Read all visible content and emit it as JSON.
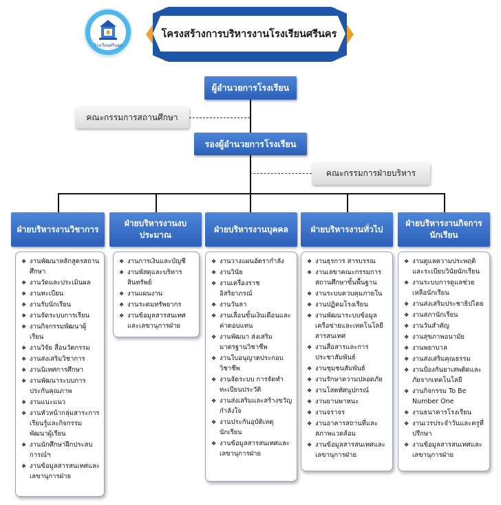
{
  "header": {
    "title": "โครงสร้างการบริหารงานโรงเรียนศรีนคร",
    "logo_caption": "โรงเรียนศรีนคร"
  },
  "hierarchy": {
    "director": "ผู้อำนวยการโรงเรียน",
    "deputy": "รองผู้อำนวยการโรงเรียน",
    "committee_education": "คณะกรรมการสถานศึกษา",
    "committee_admin": "คณะกรรมการฝ่ายบริหาร"
  },
  "departments": [
    {
      "title": "ฝ่ายบริหารงานวิชาการ",
      "items": [
        "งานพัฒนาหลักสูตรสถานศึกษา",
        "งานวัดและประเมินผล",
        "งานทะเบียน",
        "งานรับนักเรียน",
        "งานจัดระบบการเรียน",
        "งานกิจกรรมพัฒนาผู้เรียน",
        "งานวิจัย สื่อนวัตกรรม",
        "งานส่งเสริมวิชาการ",
        "งานนิเทศการศึกษา",
        "งานพัฒนาระบบการประกันคุณภาพ",
        "งานแนะแนว",
        "งานหัวหน้ากลุ่มสาระการเรียนรู้และกิจกรรมพัฒนาผู้เรียน",
        "งานนักศึกษาฝึกประสบการณ์ฯ",
        "งานข้อมูลสารสนเทศและเลขานุการฝ่าย"
      ]
    },
    {
      "title": "ฝ่ายบริหารงานงบประมาณ",
      "items": [
        "งานการเงินและบัญชี",
        "งานพัสดุและบริหารสินทรัพย์",
        "งานแผนงาน",
        "งานระดมทรัพยากร",
        "งานข้อมูลสารสนเทศและเลขานุการฝ่าย"
      ]
    },
    {
      "title": "ฝ่ายบริหารงานบุคคล",
      "items": [
        "งานวางแผนอัตรากำลัง",
        "งานวินัย",
        "งานเครื่องราชอิสริยาภรณ์",
        "งานวันลา",
        "งานเลื่อนขั้นเงินเดือนและค่าตอบแทน",
        "งานพัฒนา ส่งเสริมมาตรฐานวิชาชีพ",
        "งานใบอนุญาตประกอบวิชาชีพ",
        "งานจัดระบบ การจัดทำทะเบียนประวัติ",
        "งานส่งเสริมและสร้างขวัญกำลังใจ",
        "งานประกันอุบัติเหตุนักเรียน",
        "งานข้อมูลสารสนเทศและเลขานุการฝ่าย"
      ]
    },
    {
      "title": "ฝ่ายบริหารงานทั่วไป",
      "items": [
        "งานธุรการ สารบรรณ",
        "งานเลขาคณะกรรมการสถานศึกษาขั้นพื้นฐาน",
        "งานระบบควบคุมภายใน",
        "งานปฏิคมโรงเรียน",
        "งานพัฒนาระบบข้อมูลเครือข่ายและเทคโนโลยีสารสนเทศ",
        "งานสื่อสารและการประชาสัมพันธ์",
        "งานชุมชนสัมพันธ์",
        "งานรักษาความปลอดภัย",
        "งานโสตทัศนูปกรณ์",
        "งานยานพาหนะ",
        "งานจราจร",
        "งานอาคารสถานที่และสภาพแวดล้อม",
        "งานข้อมูลสารสนเทศและเลขานุการฝ่าย"
      ]
    },
    {
      "title": "ฝ่ายบริหารงานกิจการนักเรียน",
      "items": [
        "งานดูแลความประพฤติและระเบียบวินัยนักเรียน",
        "งานระบบการดูแลช่วยเหลือนักเรียน",
        "งานส่งเสริมประชาธิปไตย",
        "งานสภานักเรียน",
        "งานวันสำคัญ",
        "งานสุขภาพอนามัย",
        "งานพยาบาล",
        "งานส่งเสริมคุณธรรม",
        "งานป้องกันยาเสพติดและภัยจากเทคโนโลยี",
        "งานกิจกรรม To Be Number One",
        "งานธนาคารโรงเรียน",
        "งานเวรประจำวันและครูที่ปรึกษา",
        "งานข้อมูลสารสนเทศและเลขานุการฝ่าย"
      ]
    }
  ],
  "colors": {
    "header_blue": "#2c5fb8",
    "header_orange": "#f0a12b",
    "logo_ring": "#4fb8e8"
  }
}
